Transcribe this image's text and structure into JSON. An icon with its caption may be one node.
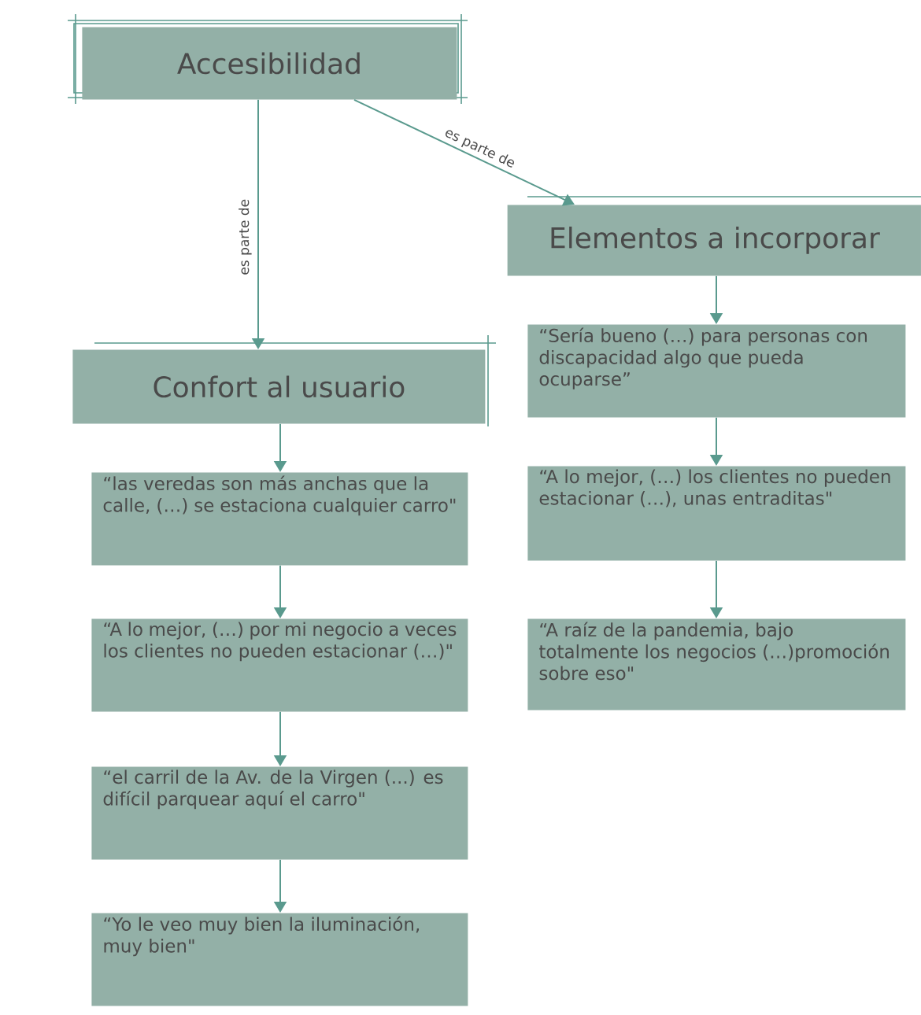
{
  "diagram": {
    "nodes": [
      {
        "text": [
          "Accesibilidad"
        ]
      },
      {
        "text": [
          "Elementos a incorporar"
        ]
      },
      {
        "text": [
          "Confort al usuario"
        ]
      },
      {
        "text": [
          "“Sería bueno (…) para personas con discapacidad algo que pueda ocuparse”"
        ]
      },
      {
        "text": [
          "“A lo mejor, (…) los clientes no pueden estacionar (…), unas entraditas\""
        ]
      },
      {
        "text": [
          "“A raíz de la pandemia, bajo totalmente los negocios (…)promoción sobre eso\""
        ]
      },
      {
        "text": [
          "“las veredas son más anchas que la calle, (…) se estaciona cualquier carro\""
        ]
      },
      {
        "text": [
          "“A lo mejor, (…) por mi negocio a veces los clientes no pueden estacionar (…)\""
        ]
      },
      {
        "text": [
          "“el carril de la Av. de la Virgen (...) es difícil parquear aquí el carro\""
        ]
      },
      {
        "text": [
          "“Yo le veo muy bien la iluminación, muy bien\""
        ]
      }
    ],
    "edges": [
      {
        "from": 0,
        "to": 2,
        "arrow": "to",
        "label": "es parte de"
      },
      {
        "from": 0,
        "to": 1,
        "arrow": "to",
        "label": "es parte de"
      },
      {
        "from": 1,
        "to": 3,
        "arrow": "to"
      },
      {
        "from": 3,
        "to": 4,
        "arrow": "to"
      },
      {
        "from": 4,
        "to": 5,
        "arrow": "to"
      },
      {
        "from": 2,
        "to": 6,
        "arrow": "to"
      },
      {
        "from": 6,
        "to": 7,
        "arrow": "to"
      },
      {
        "from": 7,
        "to": 8,
        "arrow": "to"
      },
      {
        "from": 8,
        "to": 9,
        "arrow": "to"
      }
    ]
  }
}
